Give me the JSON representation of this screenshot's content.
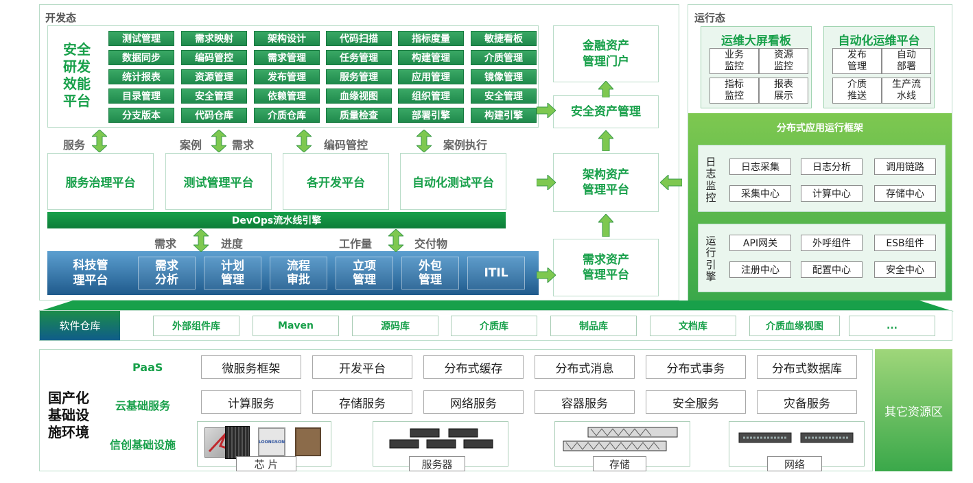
{
  "dev_state": {
    "title": "开发态",
    "efficiency_platform": "安全\n研发\n效能\n平台",
    "grid": [
      [
        "测试管理",
        "需求映射",
        "架构设计",
        "代码扫描",
        "指标度量",
        "敏捷看板"
      ],
      [
        "数据同步",
        "编码管控",
        "需求管理",
        "任务管理",
        "构建管理",
        "介质管理"
      ],
      [
        "统计报表",
        "资源管理",
        "发布管理",
        "服务管理",
        "应用管理",
        "镜像管理"
      ],
      [
        "目录管理",
        "安全管理",
        "依赖管理",
        "血缘视图",
        "组织管理",
        "安全管理"
      ],
      [
        "分支版本",
        "代码仓库",
        "介质仓库",
        "质量检查",
        "部署引擎",
        "构建引擎"
      ]
    ],
    "links_top": [
      {
        "left": "服务",
        "right": ""
      },
      {
        "left": "案例",
        "right": "需求"
      },
      {
        "left": "",
        "right": "编码管控"
      },
      {
        "left": "",
        "right": "案例执行"
      }
    ],
    "platforms": [
      "服务治理平台",
      "测试管理平台",
      "各开发平台",
      "自动化测试平台"
    ],
    "devops": "DevOps流水线引擎",
    "links_bottom": [
      {
        "left": "需求",
        "right": "进度"
      },
      {
        "left": "工作量",
        "right": "交付物"
      }
    ],
    "tech_platform": "科技管\n理平台",
    "tech_items": [
      "需求\n分析",
      "计划\n管理",
      "流程\n审批",
      "立项\n管理",
      "外包\n管理",
      "ITIL"
    ]
  },
  "assets": {
    "portal": "金融资产\n管理门户",
    "security": "安全资产管理",
    "arch": "架构资产\n管理平台",
    "req": "需求资产\n管理平台"
  },
  "run_state": {
    "title": "运行态",
    "dashboard": {
      "title": "运维大屏看板",
      "items": [
        "业务\n监控",
        "资源\n监控",
        "指标\n监控",
        "报表\n展示"
      ]
    },
    "automation": {
      "title": "自动化运维平台",
      "items": [
        "发布\n管理",
        "自动\n部署",
        "介质\n推送",
        "生产流\n水线"
      ]
    },
    "framework": "分布式应用运行框架",
    "log_label": "日\n志\n监\n控",
    "log_items": [
      "日志采集",
      "日志分析",
      "调用链路",
      "采集中心",
      "计算中心",
      "存储中心"
    ],
    "engine_label": "运\n行\n引\n擎",
    "engine_items": [
      "API网关",
      "外呼组件",
      "ESB组件",
      "注册中心",
      "配置中心",
      "安全中心"
    ]
  },
  "repo": {
    "label": "软件仓库",
    "items": [
      "外部组件库",
      "Maven",
      "源码库",
      "介质库",
      "制品库",
      "文档库",
      "介质血缘视图",
      "..."
    ]
  },
  "infra": {
    "label": "国产化\n基础设\n施环境",
    "paas_label": "PaaS",
    "paas_items": [
      "微服务框架",
      "开发平台",
      "分布式缓存",
      "分布式消息",
      "分布式事务",
      "分布式数据库"
    ],
    "cloud_label": "云基础服务",
    "cloud_items": [
      "计算服务",
      "存储服务",
      "网络服务",
      "容器服务",
      "安全服务",
      "灾备服务"
    ],
    "xc_label": "信创基础设施",
    "hw_items": [
      "芯 片",
      "服务器",
      "存储",
      "网络"
    ],
    "chip_brand": "LOONGSON",
    "other": "其它资源区"
  },
  "colors": {
    "green": "#18a04a",
    "dark_green": "#1f8a4c",
    "blue": "#1f5a8c",
    "light_green": "#7ec850"
  }
}
